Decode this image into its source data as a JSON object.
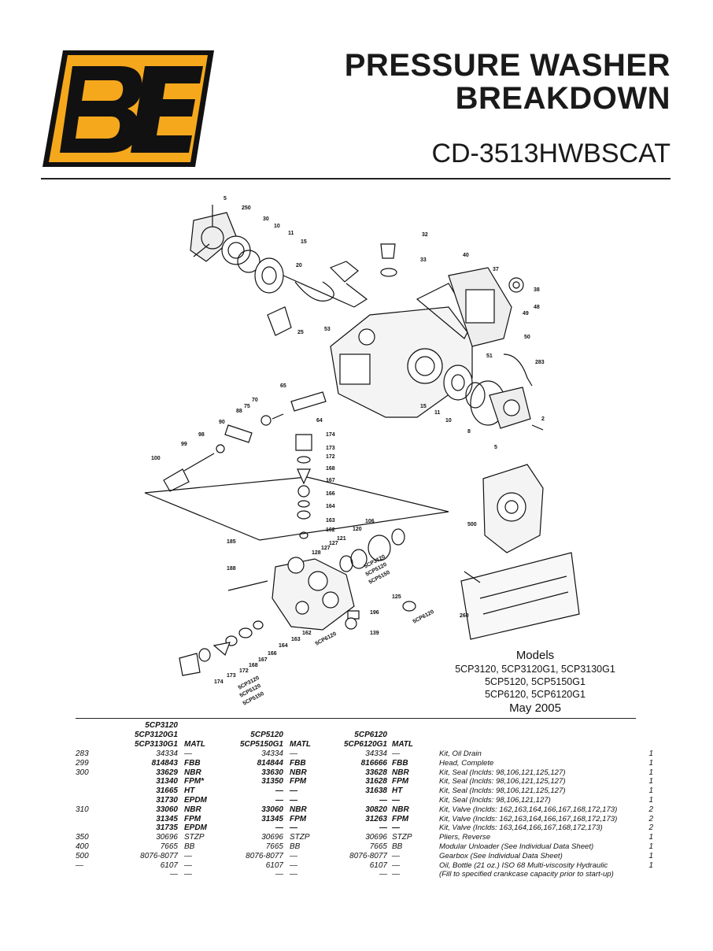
{
  "logo": {
    "text": "BE",
    "fill_color": "#F6A81C",
    "outline_color": "#111111"
  },
  "header": {
    "title_line1": "PRESSURE WASHER",
    "title_line2": "BREAKDOWN",
    "subtitle": "CD-3513HWBSCAT"
  },
  "diagram": {
    "callouts": {
      "c5": "5",
      "c250": "250",
      "c30": "30",
      "c10": "10",
      "c11": "11",
      "c15": "15",
      "c20": "20",
      "c25": "25",
      "c53": "53",
      "c32": "32",
      "c33": "33",
      "c40": "40",
      "c37": "37",
      "c38": "38",
      "c48": "48",
      "c49": "49",
      "c50": "50",
      "c51": "51",
      "c283": "283",
      "c65": "65",
      "c70": "70",
      "c75": "75",
      "c88": "88",
      "c90": "90",
      "c64": "64",
      "c98": "98",
      "c99": "99",
      "c100": "100",
      "c15b": "15",
      "c11b": "11",
      "c10b": "10",
      "c8": "8",
      "c5b": "5",
      "c2": "2",
      "c174": "174",
      "c173": "173",
      "c172": "172",
      "c168": "168",
      "c167": "167",
      "c166": "166",
      "c164": "164",
      "c163": "163",
      "c162": "162",
      "c185": "185",
      "c188": "188",
      "c106": "106",
      "c120": "120",
      "c121": "121",
      "c127": "127",
      "c127b": "127",
      "c128": "128",
      "c125": "125",
      "c196": "196",
      "c139": "139",
      "c500": "500",
      "c260": "260",
      "c162b": "162",
      "c163b": "163",
      "c164b": "164",
      "c166b": "166",
      "c167b": "167",
      "c168b": "168",
      "c172b": "172",
      "c173b": "173",
      "c174b": "174"
    },
    "model_tags": {
      "t1": "5CP3120",
      "t2": "5CP5120",
      "t3": "5CP5150",
      "t4": "5CP6120",
      "t5": "5CP6120",
      "t6": "5CP3120",
      "t7": "5CP5120",
      "t8": "5CP5150"
    }
  },
  "models": {
    "heading": "Models",
    "line1": "5CP3120, 5CP3120G1, 5CP3130G1",
    "line2": "5CP5120, 5CP5150G1",
    "line3": "5CP6120, 5CP6120G1",
    "date": "May 2005"
  },
  "table": {
    "headers": {
      "g1_l1": "5CP3120",
      "g1_l2": "5CP3120G1",
      "g1_l3": "5CP3130G1",
      "matl1": "MATL",
      "g2_l1": "5CP5120",
      "g2_l2": "5CP5150G1",
      "matl2": "MATL",
      "g3_l1": "5CP6120",
      "g3_l2": "5CP6120G1",
      "matl3": "MATL"
    },
    "rows": [
      {
        "ref": "283",
        "p1": "34334",
        "m1": "—",
        "p2": "34334",
        "m2": "—",
        "p3": "34334",
        "m3": "—",
        "desc": "Kit, Oil Drain",
        "qty": "1"
      },
      {
        "ref": "299",
        "p1": "814843",
        "m1": "FBB",
        "p2": "814844",
        "m2": "FBB",
        "p3": "816666",
        "m3": "FBB",
        "desc": "Head, Complete",
        "qty": "1"
      },
      {
        "ref": "300",
        "p1": "33629",
        "m1": "NBR",
        "p2": "33630",
        "m2": "NBR",
        "p3": "33628",
        "m3": "NBR",
        "desc": "Kit, Seal (Inclds: 98,106,121,125,127)",
        "qty": "1"
      },
      {
        "ref": "",
        "p1": "31340",
        "m1": "FPM*",
        "p2": "31350",
        "m2": "FPM",
        "p3": "31628",
        "m3": "FPM",
        "desc": "Kit, Seal (Inclds: 98,106,121,125,127)",
        "qty": "1"
      },
      {
        "ref": "",
        "p1": "31665",
        "m1": "HT",
        "p2": "—",
        "m2": "—",
        "p3": "31638",
        "m3": "HT",
        "desc": "Kit, Seal (Inclds: 98,106,121,125,127)",
        "qty": "1"
      },
      {
        "ref": "",
        "p1": "31730",
        "m1": "EPDM",
        "p2": "—",
        "m2": "—",
        "p3": "—",
        "m3": "—",
        "desc": "Kit, Seal (Inclds: 98,106,121,127)",
        "qty": "1"
      },
      {
        "ref": "310",
        "p1": "33060",
        "m1": "NBR",
        "p2": "33060",
        "m2": "NBR",
        "p3": "30820",
        "m3": "NBR",
        "desc": "Kit, Valve (Inclds: 162,163,164,166,167,168,172,173)",
        "qty": "2"
      },
      {
        "ref": "",
        "p1": "31345",
        "m1": "FPM",
        "p2": "31345",
        "m2": "FPM",
        "p3": "31263",
        "m3": "FPM",
        "desc": "Kit, Valve (Inclds: 162,163,164,166,167,168,172,173)",
        "qty": "2"
      },
      {
        "ref": "",
        "p1": "31735",
        "m1": "EPDM",
        "p2": "—",
        "m2": "—",
        "p3": "—",
        "m3": "—",
        "desc": "Kit, Valve (Inclds: 163,164,166,167,168,172,173)",
        "qty": "2"
      },
      {
        "ref": "350",
        "p1": "30696",
        "m1": "STZP",
        "p2": "30696",
        "m2": "STZP",
        "p3": "30696",
        "m3": "STZP",
        "desc": "Pliers, Reverse",
        "qty": "1"
      },
      {
        "ref": "400",
        "p1": "7665",
        "m1": "BB",
        "p2": "7665",
        "m2": "BB",
        "p3": "7665",
        "m3": "BB",
        "desc": "Modular Unloader (See Individual Data Sheet)",
        "qty": "1"
      },
      {
        "ref": "500",
        "p1": "8076-8077",
        "m1": "—",
        "p2": "8076-8077",
        "m2": "—",
        "p3": "8076-8077",
        "m3": "—",
        "desc": "Gearbox (See Individual Data Sheet)",
        "qty": "1"
      },
      {
        "ref": "—",
        "p1": "6107",
        "m1": "—",
        "p2": "6107",
        "m2": "—",
        "p3": "6107",
        "m3": "—",
        "desc": "Oil, Bottle (21 oz.) ISO 68 Multi-viscosity Hydraulic",
        "qty": "1"
      },
      {
        "ref": "",
        "p1": "—",
        "m1": "—",
        "p2": "—",
        "m2": "—",
        "p3": "—",
        "m3": "—",
        "desc": "(Fill to specified crankcase capacity prior to start-up)",
        "qty": ""
      }
    ]
  }
}
